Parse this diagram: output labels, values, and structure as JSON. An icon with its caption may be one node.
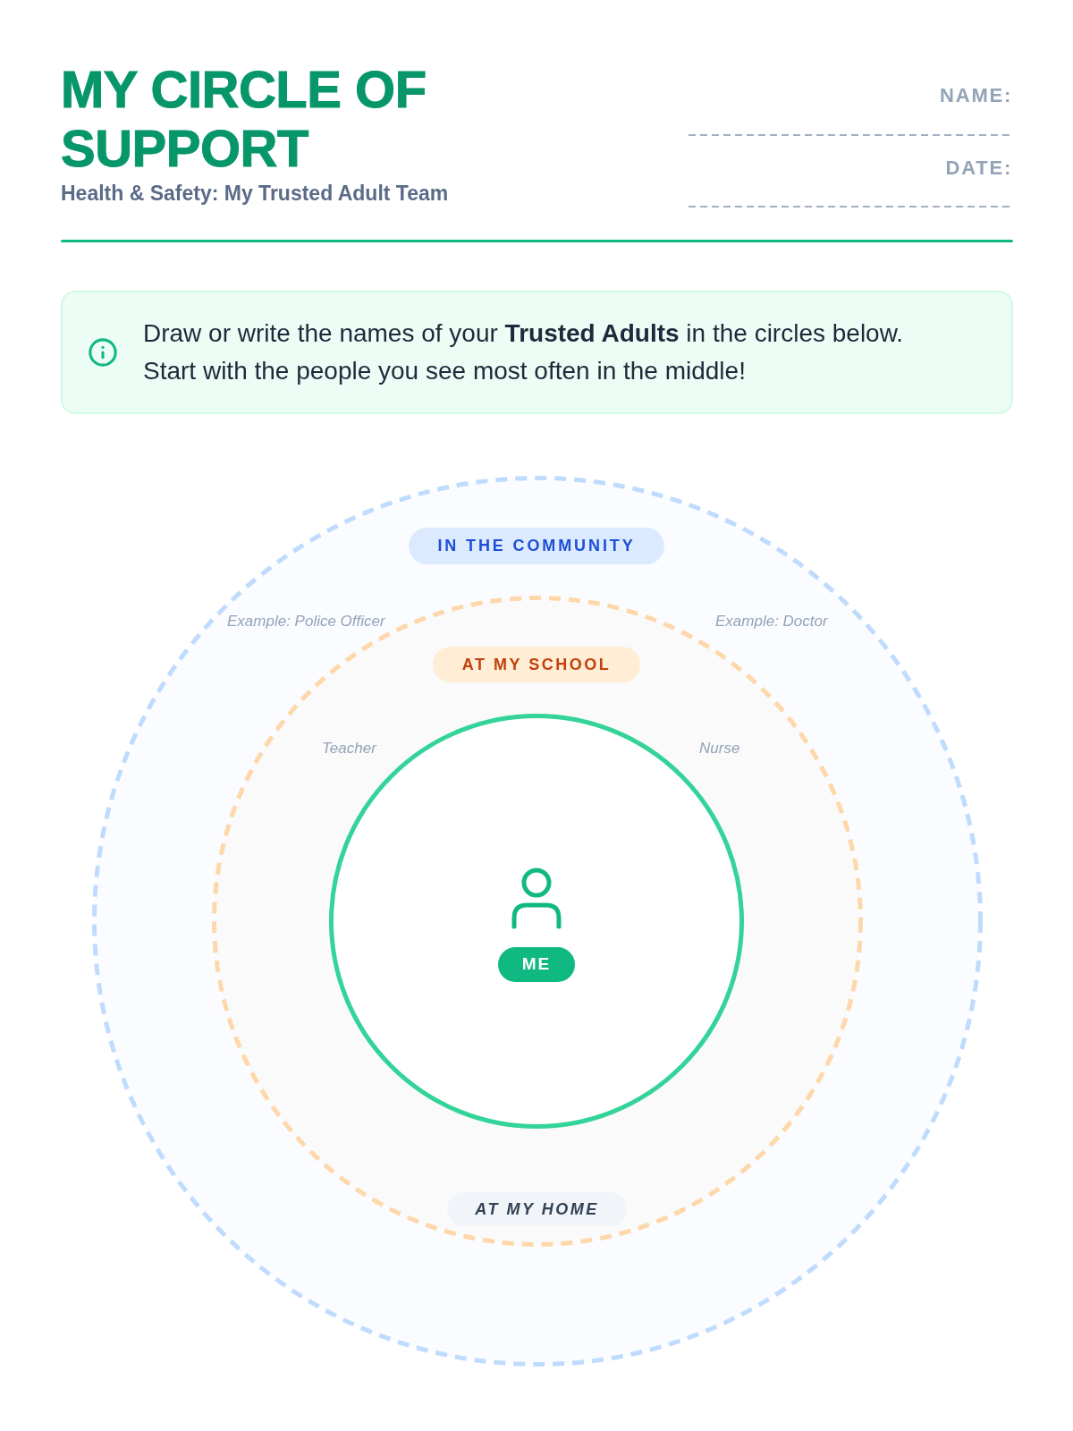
{
  "diagram": {
    "title": "MY CIRCLE OF SUPPORT",
    "nodes": [
      {
        "text": [
          "Draw or write the names of your **Trusted Adults** in the circles below. Start with the people you see most often in the middle!"
        ]
      },
      {
        "text": [
          "Example: Police Officer",
          "Example: Doctor"
        ]
      },
      {
        "text": [
          "IN THE COMMUNITY"
        ],
        "in": 1
      },
      {
        "text": [
          "Teacher",
          "Nurse"
        ],
        "in": 1
      },
      {
        "text": [
          "AT MY SCHOOL"
        ],
        "in": 3
      },
      {
        "text": [],
        "shape": "circle",
        "in": 3
      },
      {
        "text": [
          "ME"
        ],
        "in": 5
      },
      {
        "text": [
          "AT MY HOME"
        ],
        "in": 3
      }
    ],
    "labels": [
      "Health & Safety: My Trusted Adult Team",
      "NAME:",
      "DATE:"
    ]
  }
}
